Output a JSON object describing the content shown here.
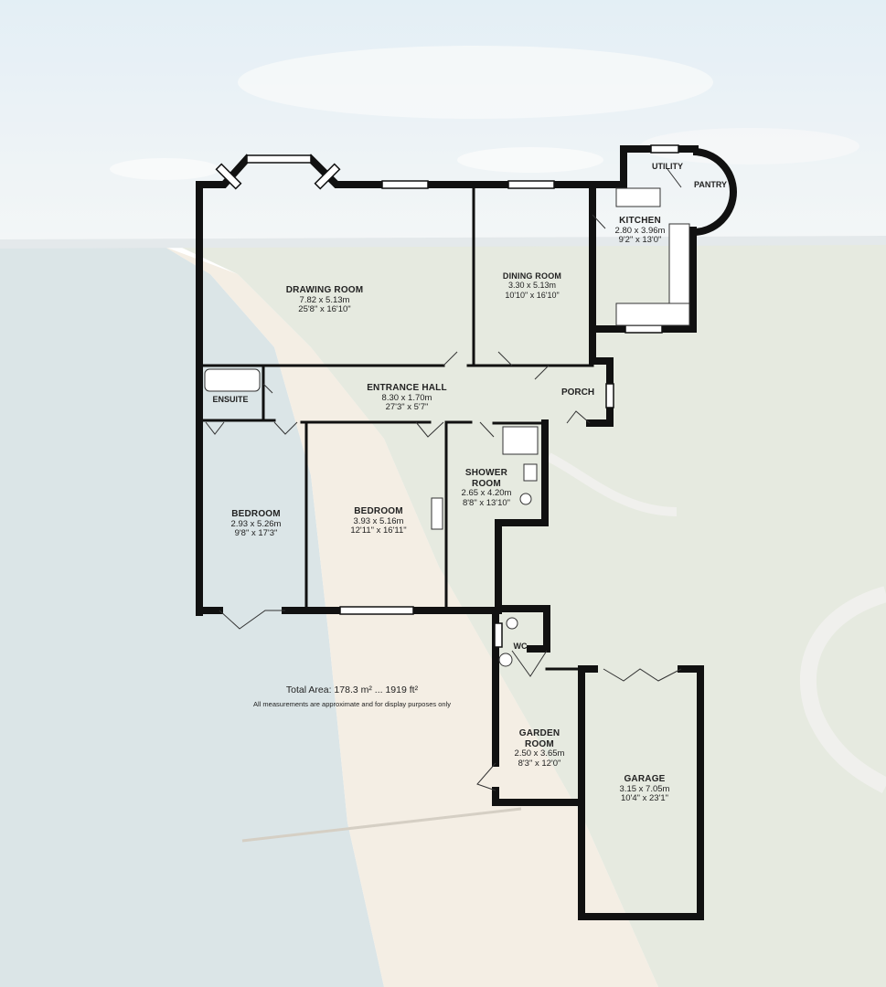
{
  "rooms": {
    "drawing_room": {
      "name": "DRAWING ROOM",
      "metric": "7.82 x 5.13m",
      "imperial": "25'8\" x 16'10\""
    },
    "dining_room": {
      "name": "DINING ROOM",
      "metric": "3.30 x 5.13m",
      "imperial": "10'10\" x 16'10\""
    },
    "kitchen": {
      "name": "KITCHEN",
      "metric": "2.80 x 3.96m",
      "imperial": "9'2\" x 13'0\""
    },
    "utility": {
      "name": "UTILITY"
    },
    "pantry": {
      "name": "PANTRY"
    },
    "ensuite": {
      "name": "ENSUITE"
    },
    "entrance_hall": {
      "name": "ENTRANCE HALL",
      "metric": "8.30 x 1.70m",
      "imperial": "27'3\" x 5'7\""
    },
    "porch": {
      "name": "PORCH"
    },
    "bedroom1": {
      "name": "BEDROOM",
      "metric": "2.93 x 5.26m",
      "imperial": "9'8\" x 17'3\""
    },
    "bedroom2": {
      "name": "BEDROOM",
      "metric": "3.93 x 5.16m",
      "imperial": "12'11\" x 16'11\""
    },
    "shower_room": {
      "name1": "SHOWER",
      "name2": "ROOM",
      "metric": "2.65 x 4.20m",
      "imperial": "8'8\" x 13'10\""
    },
    "wc": {
      "name": "WC"
    },
    "garden_room": {
      "name1": "GARDEN",
      "name2": "ROOM",
      "metric": "2.50 x 3.65m",
      "imperial": "8'3\" x 12'0\""
    },
    "garage": {
      "name": "GARAGE",
      "metric": "3.15 x 7.05m",
      "imperial": "10'4\" x 23'1\""
    }
  },
  "total_area": "Total Area: 178.3 m² ... 1919 ft²",
  "disclaimer": "All measurements are approximate and for display purposes only",
  "colors": {
    "wall": "#111111",
    "sea": "#c9d9dc",
    "sand": "#efe6d9",
    "green": "#d7ddc8",
    "sky": "#e6eef3"
  }
}
